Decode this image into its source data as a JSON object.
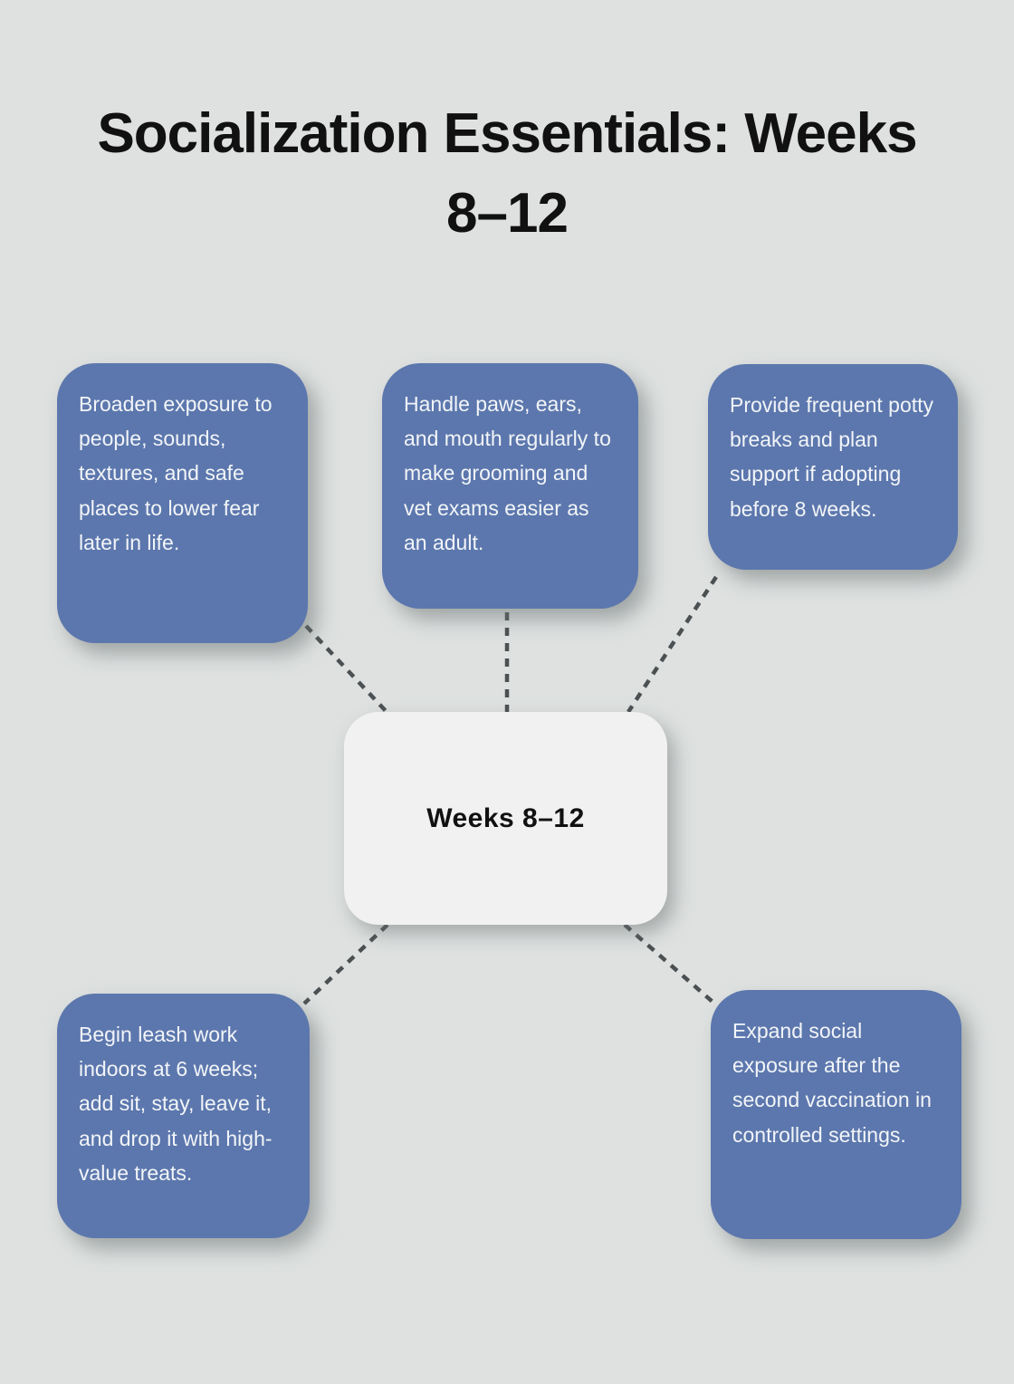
{
  "title": {
    "lines": [
      "Socialization Essentials: Weeks",
      "8–12"
    ]
  },
  "center": {
    "label": "Weeks 8–12"
  },
  "nodes": [
    {
      "id": "top-left",
      "text": "Broaden exposure to people, sounds, textures, and safe places to lower fear later in life."
    },
    {
      "id": "top-middle",
      "text": "Handle paws, ears, and mouth regularly to make grooming and vet exams easier as an adult."
    },
    {
      "id": "top-right",
      "text": "Provide frequent potty breaks and plan support if adopting before 8 weeks."
    },
    {
      "id": "bottom-left",
      "text": "Begin leash work indoors at 6 weeks; add sit, stay, leave it, and drop it with high-value treats."
    },
    {
      "id": "bottom-right",
      "text": "Expand social exposure after the second vaccination in controlled settings."
    }
  ],
  "colors": {
    "background": "#dee1e0",
    "node_fill": "#5c77ad",
    "node_text": "#f2f5f8",
    "center_fill": "#f0f1f0",
    "center_text": "#111111",
    "title_text": "#111111",
    "connector": "#4b5052"
  }
}
